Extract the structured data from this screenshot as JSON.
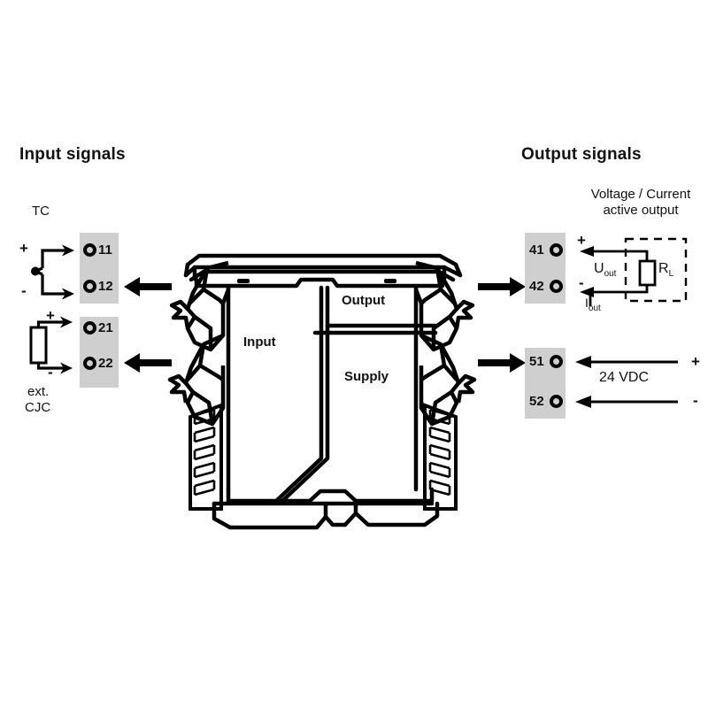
{
  "diagram": {
    "title_left": "Input signals",
    "title_right": "Output signals",
    "device": {
      "label_input": "Input",
      "label_output": "Output",
      "label_supply": "Supply"
    },
    "input_section": {
      "sensor_label": "TC",
      "cjc_label_line1": "ext.",
      "cjc_label_line2": "CJC",
      "tc_plus": "+",
      "tc_minus": "-",
      "cjc_plus": "+",
      "cjc_minus": "-",
      "terminals": [
        {
          "number": "11",
          "name": "terminal-11"
        },
        {
          "number": "12",
          "name": "terminal-12"
        },
        {
          "number": "21",
          "name": "terminal-21"
        },
        {
          "number": "22",
          "name": "terminal-22"
        }
      ]
    },
    "output_section": {
      "mode_line1": "Voltage / Current",
      "mode_line2": "active output",
      "u_out_main": "U",
      "u_out_sub": "out",
      "i_out_main": "I",
      "i_out_sub": "out",
      "r_load_main": "R",
      "r_load_sub": "L",
      "out_plus": "+",
      "out_minus": "-",
      "supply_voltage": "24 VDC",
      "supply_plus": "+",
      "supply_minus": "-",
      "terminals": [
        {
          "number": "41",
          "name": "terminal-41"
        },
        {
          "number": "42",
          "name": "terminal-42"
        },
        {
          "number": "51",
          "name": "terminal-51"
        },
        {
          "number": "52",
          "name": "terminal-52"
        }
      ]
    },
    "colors": {
      "line": "#000000",
      "terminal_block_fill": "#cfcfcf",
      "background": "#ffffff"
    }
  }
}
